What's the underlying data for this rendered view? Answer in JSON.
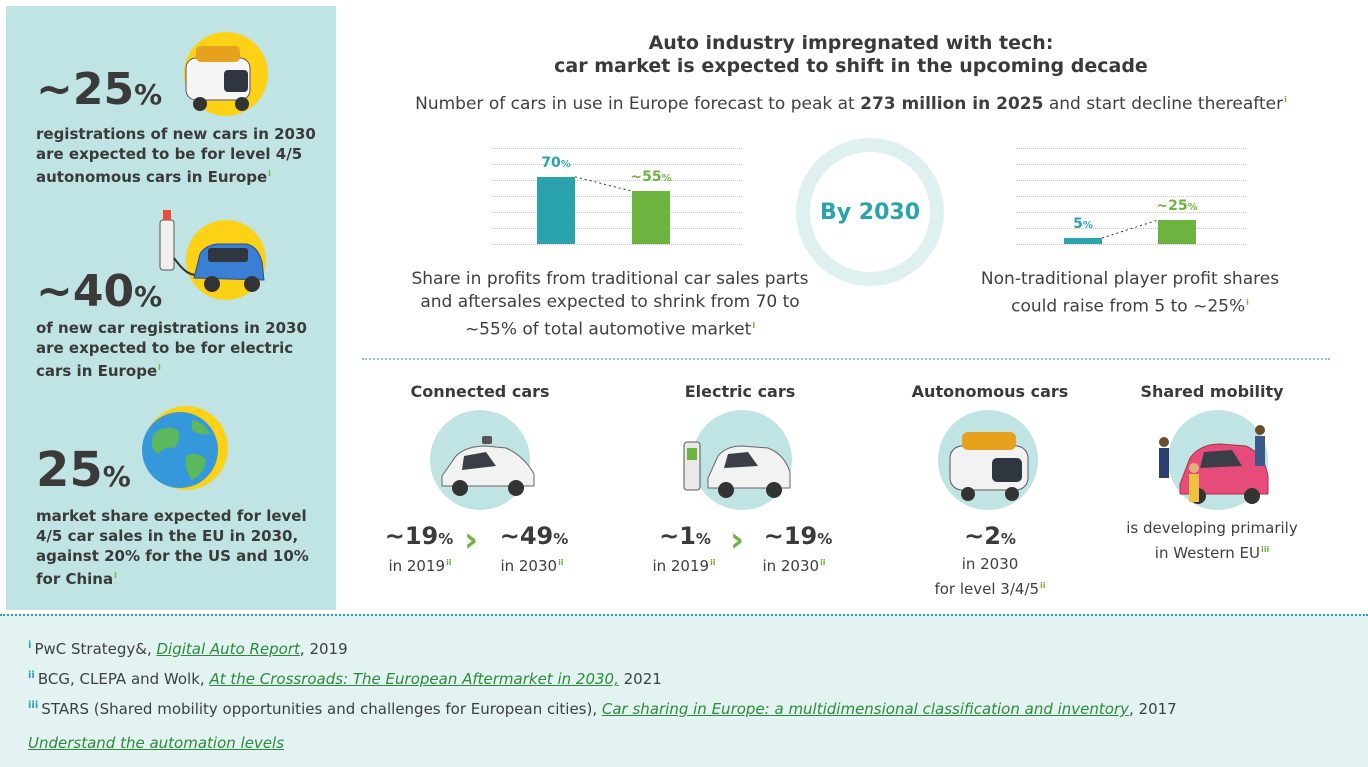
{
  "sidebar": {
    "stat1": {
      "value": "~25",
      "unit": "%",
      "desc": "registrations of new cars in 2030 are expected to be for level 4/5 autonomous cars in Europe",
      "ref": "i"
    },
    "stat2": {
      "value": "~40",
      "unit": "%",
      "desc": "of new car registrations in 2030 are expected to be for electric cars in Europe",
      "ref": "i"
    },
    "stat3": {
      "value": "25",
      "unit": "%",
      "desc": "market share expected for level 4/5 car sales in the EU in 2030, against 20% for the US and 10% for China",
      "ref": "i"
    }
  },
  "header": {
    "title_line1": "Auto industry impregnated with tech:",
    "title_line2": "car market is expected to shift in the upcoming decade",
    "subtitle_pre": "Number of cars in use in Europe forecast to peak at ",
    "subtitle_bold": "273 million in 2025",
    "subtitle_post": " and start decline thereafter",
    "subtitle_ref": "i"
  },
  "center_badge": "By 2030",
  "chart_data": [
    {
      "type": "bar",
      "categories": [
        "",
        ""
      ],
      "values": [
        70,
        55
      ],
      "labels": [
        "70",
        "~55"
      ],
      "unit": "%",
      "colors": [
        "#2aa3ad",
        "#6db33f"
      ],
      "ylim": [
        0,
        100
      ],
      "caption": "Share in profits from traditional car sales parts and aftersales expected to shrink from 70 to ~55% of total automotive market",
      "caption_ref": "i"
    },
    {
      "type": "bar",
      "categories": [
        "",
        ""
      ],
      "values": [
        5,
        25
      ],
      "labels": [
        "5",
        "~25"
      ],
      "unit": "%",
      "colors": [
        "#2aa3ad",
        "#6db33f"
      ],
      "ylim": [
        0,
        100
      ],
      "caption": "Non-traditional player profit shares could raise from 5 to ~25%",
      "caption_ref": "i"
    }
  ],
  "categories": {
    "connected": {
      "title": "Connected cars",
      "v1": "~19",
      "y1": "in 2019",
      "r1": "ii",
      "v2": "~49",
      "y2": "in 2030",
      "r2": "ii"
    },
    "electric": {
      "title": "Electric cars",
      "v1": "~1",
      "y1": "in 2019",
      "r1": "ii",
      "v2": "~19",
      "y2": "in 2030",
      "r2": "ii"
    },
    "autonomous": {
      "title": "Autonomous cars",
      "v1": "~2",
      "line1": "in 2030",
      "line2": "for level 3/4/5",
      "r": "ii"
    },
    "shared": {
      "title": "Shared mobility",
      "line1": "is developing primarily",
      "line2": "in Western EU",
      "r": "iii"
    }
  },
  "unit_pct": "%",
  "chevron": "›",
  "references": {
    "r1": {
      "mark": "i",
      "pre": "PwC Strategy&, ",
      "link": "Digital Auto Report",
      "post": ", 2019"
    },
    "r2": {
      "mark": "ii",
      "pre": "BCG, CLEPA and Wolk, ",
      "link": "At the Crossroads: The European Aftermarket in 2030,",
      "post": " 2021"
    },
    "r3": {
      "mark": "iii",
      "pre": "STARS (Shared mobility opportunities and challenges for European cities), ",
      "link": "Car sharing in Europe: a multidimensional classification and inventory",
      "post": ", 2017"
    },
    "automation_link": "Understand the automation levels"
  },
  "colors": {
    "teal": "#2aa3ad",
    "green": "#6db33f",
    "sidebar_bg": "#bfe4e3",
    "footer_bg": "#e2f3f2"
  }
}
